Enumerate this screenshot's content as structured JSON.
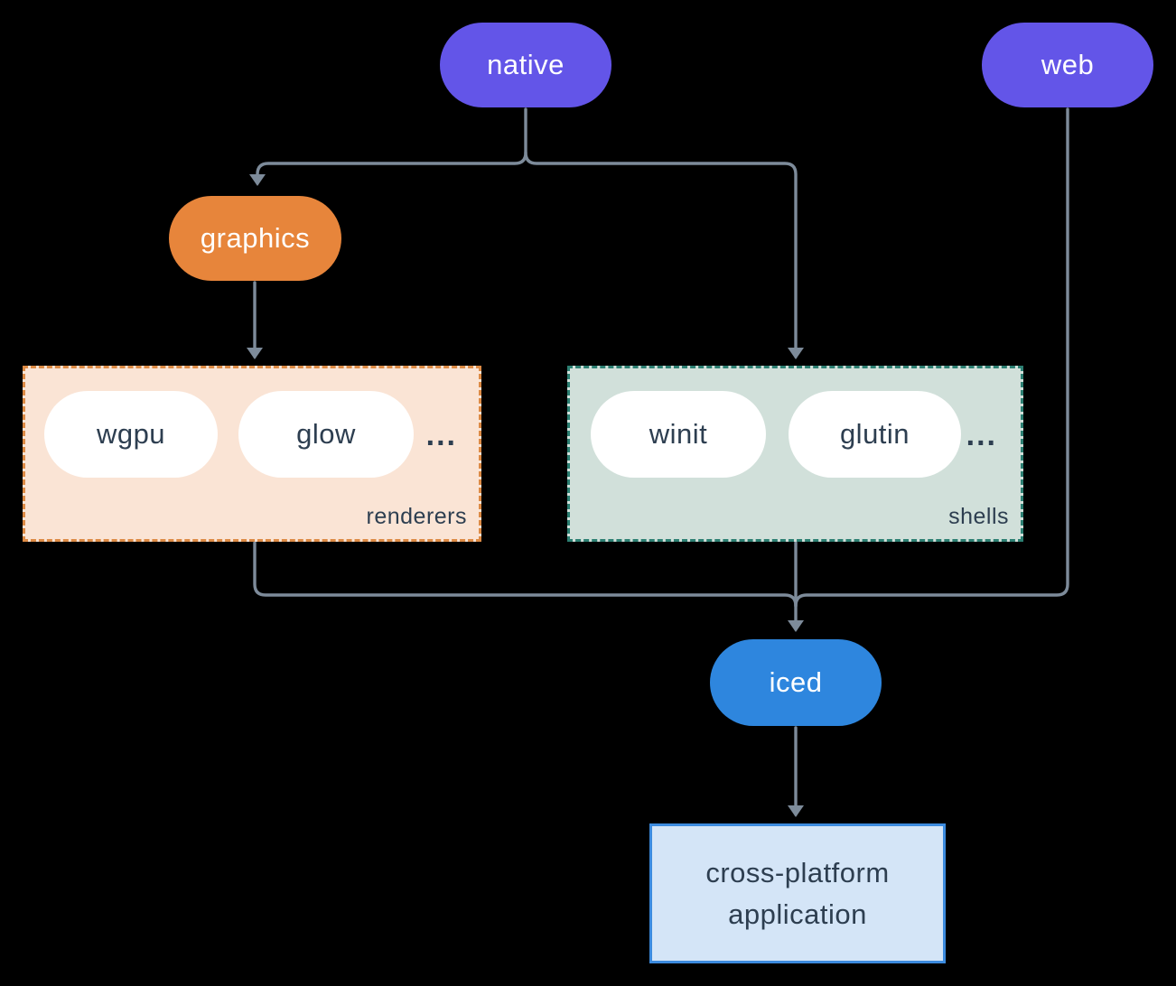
{
  "nodes": {
    "native": {
      "label": "native"
    },
    "web": {
      "label": "web"
    },
    "graphics": {
      "label": "graphics"
    },
    "iced": {
      "label": "iced"
    },
    "application": {
      "line1": "cross-platform",
      "line2": "application"
    }
  },
  "groups": {
    "renderers": {
      "label": "renderers",
      "pills": [
        "wgpu",
        "glow"
      ],
      "ellipsis": "..."
    },
    "shells": {
      "label": "shells",
      "pills": [
        "winit",
        "glutin"
      ],
      "ellipsis": "..."
    }
  },
  "colors": {
    "background": "#000000",
    "edge": "#7d8b9a",
    "native_fill": "#6355e8",
    "web_fill": "#6355e8",
    "graphics_fill": "#e7853b",
    "iced_fill": "#2e86de",
    "renderers_bg": "#fae4d5",
    "renderers_border": "#dd8b45",
    "shells_bg": "#d1e0da",
    "shells_border": "#2c7f72",
    "application_bg": "#d4e5f7",
    "application_border": "#3c8bde",
    "inner_pill_bg": "#ffffff",
    "pill_text": "#ffffff",
    "dark_text": "#2d3e50"
  }
}
